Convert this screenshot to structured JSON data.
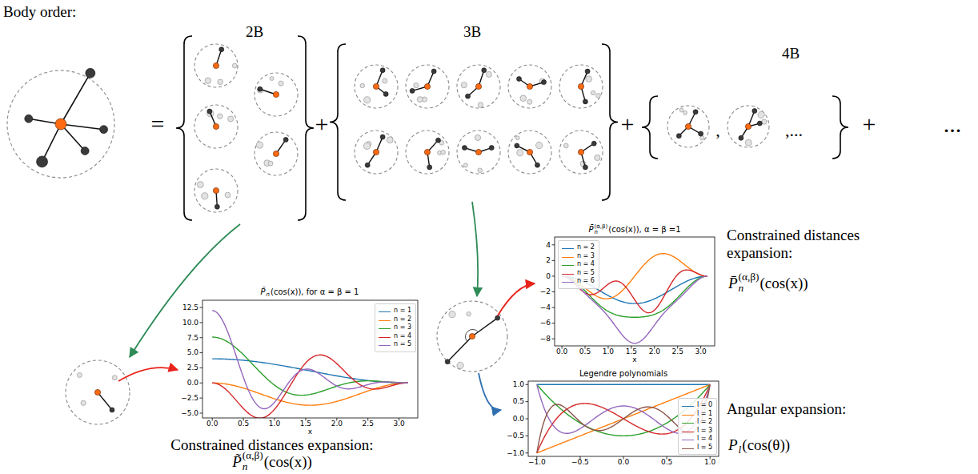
{
  "diagram": {
    "labels": [
      "Body order:",
      "2B",
      "3B",
      "4B",
      "=",
      "+",
      "+",
      "+",
      ",",
      ",...",
      "...",
      "P̃",
      "n",
      "(cos(x)), for α = β = 1",
      "12.5",
      "10.0",
      "7.5",
      "5.0",
      "2.5",
      "0.0",
      "−2.5",
      "−5.0",
      "0.0",
      "0.5",
      "1.0",
      "1.5",
      "2.0",
      "2.5",
      "3.0",
      "x",
      "P̄",
      "n",
      "(α,β)",
      "(cos(x)), α = β =1",
      "4",
      "2",
      "0",
      "−2",
      "−4",
      "−6",
      "−8",
      "0.0",
      "0.5",
      "1.0",
      "1.5",
      "2.0",
      "2.5",
      "3.0",
      "x",
      "Legendre polynomials",
      "1.0",
      "0.5",
      "0.0",
      "−0.5",
      "−1.0",
      "−1.0",
      "−0.5",
      "0.0",
      "0.5",
      "1.0",
      "Constrained distances expansion:",
      "P̃",
      "n",
      "(α,β)",
      "(cos(x))",
      "Constrained distances expansion:",
      "P̄",
      "n",
      "(α,β)",
      "(cos(x))",
      "Angular expansion:",
      "P",
      "l",
      "(cos(θ))"
    ],
    "legend": [
      {
        "text": "n = 1"
      },
      {
        "text": "n = 2"
      },
      {
        "text": "n = 3"
      },
      {
        "text": "n = 4"
      },
      {
        "text": "n = 5"
      },
      {
        "text": "n = 2"
      },
      {
        "text": "n = 3"
      },
      {
        "text": "n = 4"
      },
      {
        "text": "n = 5"
      },
      {
        "text": "n = 6"
      },
      {
        "text": "l = 0"
      },
      {
        "text": "l = 1"
      },
      {
        "text": "l = 2"
      },
      {
        "text": "l = 3"
      },
      {
        "text": "l = 4"
      },
      {
        "text": "l = 5"
      }
    ]
  }
}
